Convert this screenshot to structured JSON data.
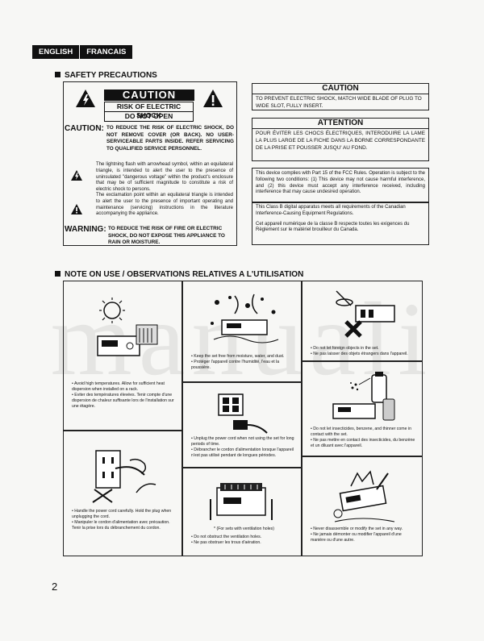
{
  "lang_tabs": [
    "ENGLISH",
    "FRANCAIS"
  ],
  "safety": {
    "title": "SAFETY PRECAUTIONS",
    "caution_box": {
      "heading": "CAUTION",
      "line1": "RISK OF ELECTRIC SHOCK",
      "line2": "DO NOT OPEN",
      "caution_label": "CAUTION:",
      "caution_text": "TO REDUCE THE RISK OF ELECTRIC SHOCK, DO NOT REMOVE COVER (OR BACK). NO USER-SERVICEABLE PARTS INSIDE. REFER SERVICING TO QUALIFIED SERVICE PERSONNEL.",
      "lightning_text": "The lightning flash with arrowhead symbol, within an equilateral triangle, is intended to alert the user to the presence of uninsulated \"dangerous voltage\" within the product's enclosure that may be of sufficient magnitude to constitute a risk of electric shock to persons.",
      "exclamation_text": "The exclamation point within an equilateral triangle is intended to alert the user to the presence of important operating and maintenance (servicing) instructions in the literature accompanying the appliance.",
      "warning_label": "WARNING:",
      "warning_text": "TO REDUCE THE RISK OF FIRE OR ELECTRIC SHOCK, DO NOT EXPOSE THIS APPLIANCE TO RAIN OR MOISTURE."
    },
    "caution_right": {
      "heading": "CAUTION",
      "text": "TO PREVENT ELECTRIC SHOCK, MATCH WIDE BLADE OF PLUG TO WIDE SLOT, FULLY INSERT."
    },
    "attention": {
      "heading": "ATTENTION",
      "text": "POUR ÉVITER LES CHOCS ÉLECTRIQUES, INTERODUIRE LA LAME LA PLUS LARGE DE LA FICHE DANS LA BORNE CORRESPONDANTE DE LA PRISE ET POUSSER JUSQU' AU FOND."
    },
    "fcc": "This device complies with Part 15 of the FCC Rules. Operation is subject to the following two conditions: (1) This device may not cause harmful interference, and (2) this device must accept any interference received, including interference that may cause undesired operation.",
    "canada_en": "This Class B digital apparatus meets all requirements of the Canadian Interference-Causing Equipment Regulations.",
    "canada_fr": "Cet appareil numérique de la classe B respecte toutes les exigences du Règlement sur le matériel brouilleur du Canada."
  },
  "note": {
    "title": "NOTE ON USE / OBSERVATIONS RELATIVES A L'UTILISATION",
    "cells": {
      "heat": [
        "Avoid high temperatures. Allow for sufficient heat dispersion when installed on a rack.",
        "Eviter des températures élevées. Tenir compte d'une dispersion de chaleur suffisante lors de l'installation sur une étagère."
      ],
      "moisture": [
        "Keep the set free from moisture, water, and dust.",
        "Protéger l'appareil contre l'humidité, l'eau et la poussière."
      ],
      "foreign": [
        "Do not let foreign objects in the set.",
        "Ne pas laisser des objets étrangers dans l'appareil."
      ],
      "unplug": [
        "Unplug the power cord when not using the set for long periods of time.",
        "Débrancher le cordon d'alimentation lorsque l'appareil n'est pas utilisé pendant de longues périodes."
      ],
      "insecticides": [
        "Do not let insecticides, benzene, and thinner come in contact with the set.",
        "Ne pas mettre en contact des insecticides, du benzène et un diluant avec l'appareil."
      ],
      "cord": [
        "Handle the power cord carefully. Hold the plug when unplugging the cord.",
        "Manipuler le cordon d'alimentation avec précaution. Tenir la prise lors du débranchement du cordon."
      ],
      "ventilation_note": "* (For sets with ventilation holes)",
      "ventilation": [
        "Do not obstruct the ventilation holes.",
        "Ne pas obstruer les trous d'aération."
      ],
      "disassemble": [
        "Never disassemble or modify the set in any way.",
        "Ne jamais démonter ou modifier l'appareil d'une manière ou d'une autre."
      ]
    }
  },
  "page_number": "2",
  "watermark": "manuali"
}
